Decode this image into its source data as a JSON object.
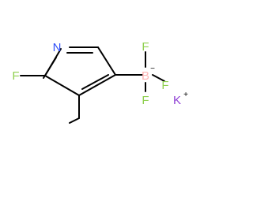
{
  "molecule": {
    "atoms": {
      "nitrogen": "N",
      "fluorine_ring": "F",
      "boron": "B",
      "boron_charge": "−",
      "fluorine_top": "F",
      "fluorine_right": "F",
      "fluorine_bottom": "F",
      "potassium": "K",
      "potassium_charge": "+"
    },
    "colors": {
      "bond": "#000000",
      "nitrogen": "#3050f8",
      "fluorine": "#90d050",
      "boron": "#ffb5b5",
      "potassium": "#8f40d4",
      "charge": "#000000"
    }
  }
}
